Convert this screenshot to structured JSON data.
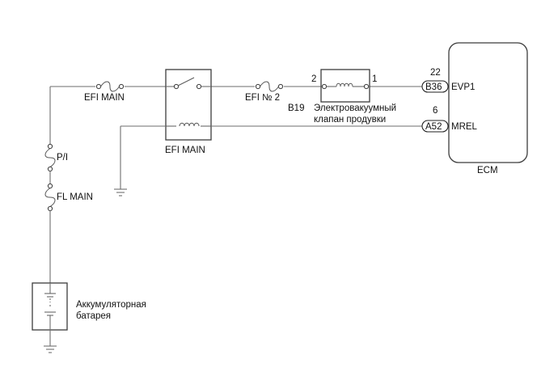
{
  "labels": {
    "efi_main_fuse": "EFI MAIN",
    "efi_no2_fuse": "EFI № 2",
    "efi_main_relay": "EFI MAIN",
    "pi_fuse": "P/I",
    "fl_main_fuse": "FL MAIN",
    "battery_line1": "Аккумуляторная",
    "battery_line2": "батарея",
    "valve_pin_left": "2",
    "valve_pin_right": "1",
    "valve_connector": "B19",
    "valve_line1": "Электровакуумный",
    "valve_line2": "клапан продувки",
    "ecm_pin_evp1_num": "22",
    "ecm_connector_b36": "B36",
    "ecm_evp1": "EVP1",
    "ecm_pin_mrel_num": "6",
    "ecm_connector_a52": "A52",
    "ecm_mrel": "MREL",
    "ecm_label": "ECM"
  }
}
